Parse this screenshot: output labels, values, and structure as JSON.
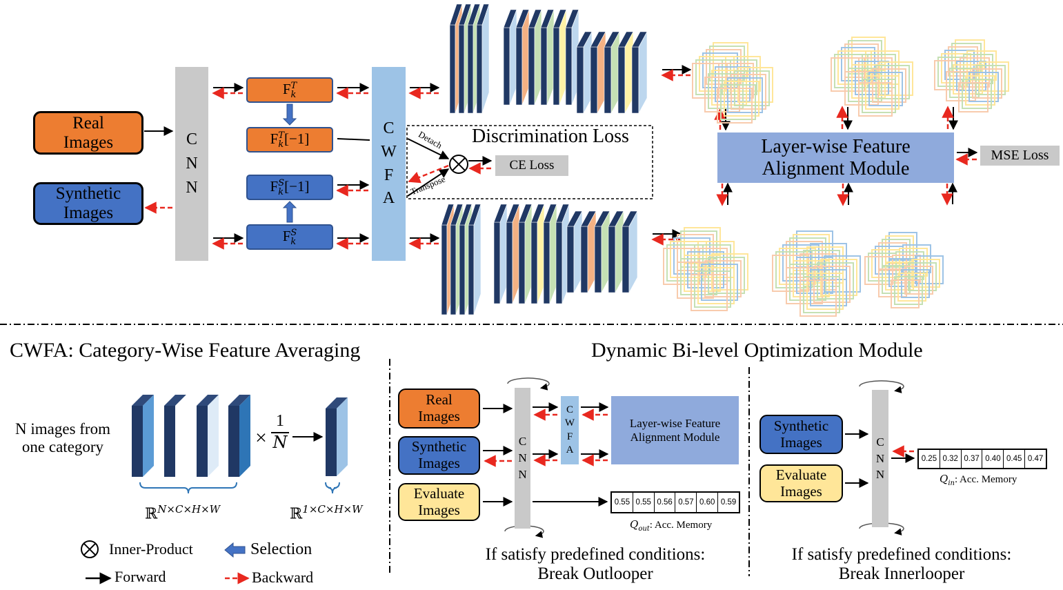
{
  "top": {
    "real_images": "Real\nImages",
    "synthetic_images": "Synthetic\nImages",
    "cnn": "C\nN\nN",
    "cwfa": "C\nW\nF\nA",
    "ft_k": "F",
    "ft_k_sup": "T",
    "ft_k_sub": "k",
    "ft_k_last": "[−1]",
    "fs_k_sup": "S",
    "discrimination_loss": "Discrimination Loss",
    "detach": "Detach",
    "transpose": "Transpose",
    "ce_loss": "CE Loss",
    "lfam": "Layer-wise Feature\nAlignment Module",
    "mse_loss": "MSE Loss"
  },
  "cwfa_panel": {
    "title": "CWFA: Category-Wise Feature Averaging",
    "n_images": "N images from\none category",
    "times": "×",
    "frac_num": "1",
    "frac_den": "N",
    "dim_in_base": "ℝ",
    "dim_in_sup": "N×C×H×W",
    "dim_out_sup": "1×C×H×W"
  },
  "legend": {
    "inner_product": "Inner-Product",
    "selection": "Selection",
    "forward": "Forward",
    "backward": "Backward"
  },
  "dbo": {
    "title": "Dynamic Bi-level Optimization Module",
    "real_images": "Real\nImages",
    "synthetic_images": "Synthetic\nImages",
    "evaluate_images": "Evaluate\nImages",
    "cnn": "C\nN\nN",
    "cwfa": "C\nW\nF\nA",
    "lfam": "Layer-wise Feature\nAlignment Module",
    "q_out_memory": [
      "0.55",
      "0.55",
      "0.56",
      "0.57",
      "0.60",
      "0.59"
    ],
    "q_out_sym": "Q",
    "q_out_sub": "out",
    "q_out_label": ": Acc. Memory",
    "break_outlooper": "If satisfy predefined conditions:\nBreak Outlooper"
  },
  "inner": {
    "synthetic_images": "Synthetic\nImages",
    "evaluate_images": "Evaluate\nImages",
    "cnn": "C\nN\nN",
    "q_in_memory": [
      "0.25",
      "0.32",
      "0.37",
      "0.40",
      "0.45",
      "0.47"
    ],
    "q_in_sym": "Q",
    "q_in_sub": "in",
    "q_in_label": ": Acc. Memory",
    "break_innerlooper": "If satisfy predefined conditions:\nBreak Innerlooper"
  },
  "colors": {
    "orange": "#ed7d31",
    "blue": "#4472c4",
    "navy": "#203864",
    "light_blue": "#9dc3e6",
    "gray": "#c9c9c9",
    "red_dash": "#e8281f"
  }
}
